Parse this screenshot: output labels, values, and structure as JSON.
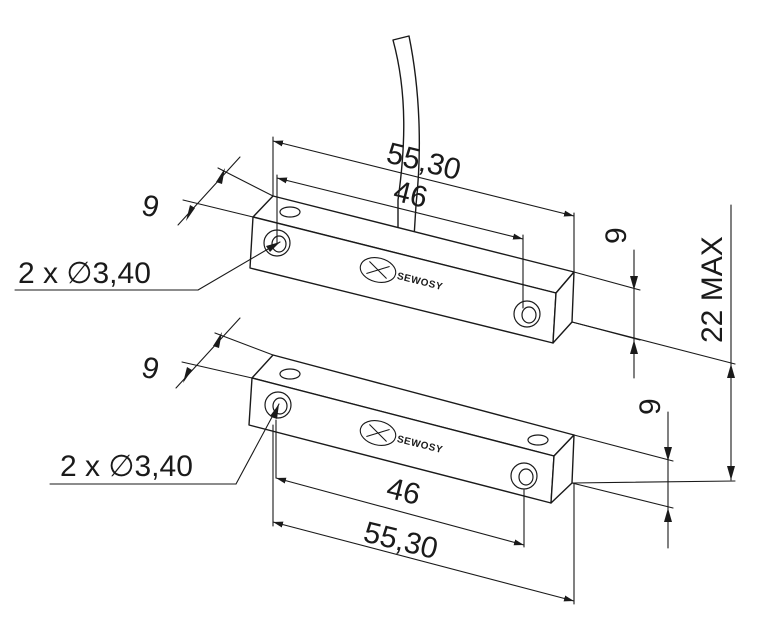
{
  "dimensions": {
    "overall_length_top": "55,30",
    "hole_spacing_top": "46",
    "width_left_top": "9",
    "height_right_top": "9",
    "max_height": "22 MAX",
    "hole_label_top": "2 x ∅3,40",
    "width_left_bottom": "9",
    "height_right_bottom": "9",
    "hole_label_bottom": "2 x ∅3,40",
    "hole_spacing_bottom": "46",
    "overall_length_bottom": "55,30"
  },
  "brand": {
    "name": "SEWOSY"
  }
}
